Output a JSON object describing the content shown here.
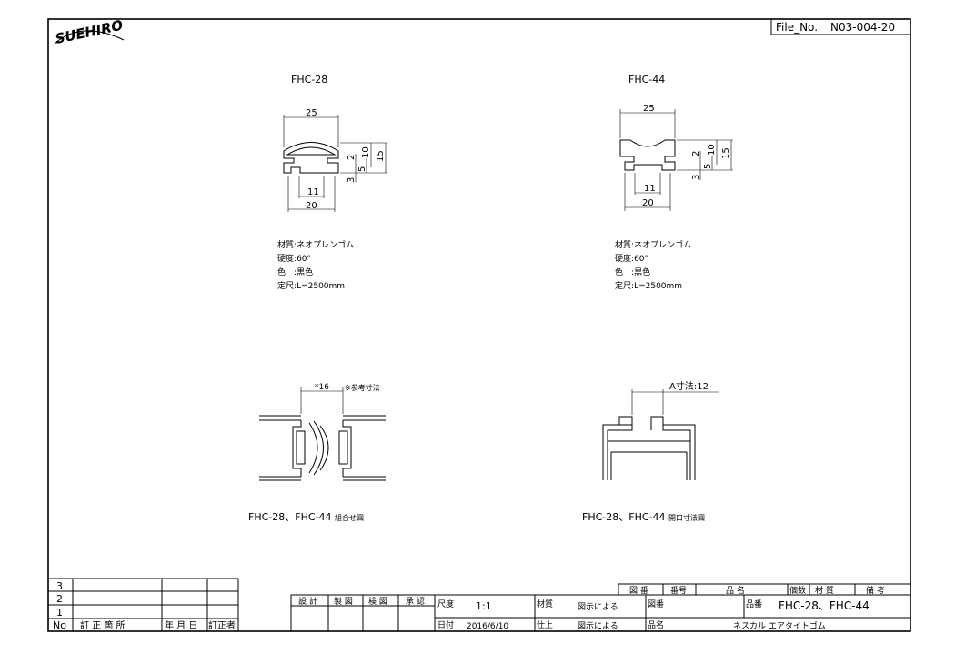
{
  "header": {
    "logo_text": "SUEHIRO",
    "file_no_label": "File_No.",
    "file_no_value": "N03-004-20"
  },
  "profiles": [
    {
      "title": "FHC-28",
      "dims": {
        "width_top": "25",
        "width_bottom": "20",
        "width_slot": "11",
        "h_total": "15",
        "h_mid": "10",
        "h_gap": "2",
        "h_neck": "5",
        "h_base": "3"
      },
      "specs": [
        {
          "label": "材質",
          "value": "ネオプレンゴム"
        },
        {
          "label": "硬度",
          "value": "60°"
        },
        {
          "label": "色　",
          "value": "黒色"
        },
        {
          "label": "定尺",
          "value": "L=2500mm"
        }
      ]
    },
    {
      "title": "FHC-44",
      "dims": {
        "width_top": "25",
        "width_bottom": "20",
        "width_slot": "11",
        "h_total": "15",
        "h_mid": "10",
        "h_gap": "2",
        "h_neck": "5",
        "h_base": "3"
      },
      "specs": [
        {
          "label": "材質",
          "value": "ネオプレンゴム"
        },
        {
          "label": "硬度",
          "value": "60°"
        },
        {
          "label": "色　",
          "value": "黒色"
        },
        {
          "label": "定尺",
          "value": "L=2500mm"
        }
      ]
    }
  ],
  "assembly": {
    "dim_label": "*16",
    "note": "※参考寸法",
    "caption_main": "FHC-28、FHC-44",
    "caption_suffix": "組合せ図"
  },
  "opening": {
    "dim_label": "A寸法:12",
    "caption_main": "FHC-28、FHC-44",
    "caption_suffix": "開口寸法図"
  },
  "revision_table": {
    "rows": [
      "3",
      "2",
      "1"
    ],
    "headers": [
      "No",
      "訂 正 箇 所",
      "年 月 日",
      "訂正者"
    ]
  },
  "title_block": {
    "approval_headers": [
      "設 計",
      "製 図",
      "検 図",
      "承 認"
    ],
    "scale_label": "尺度",
    "scale_value": "1:1",
    "date_label": "日付",
    "date_value": "2016/6/10",
    "material_label": "材質",
    "material_value": "図示による",
    "finish_label": "仕上",
    "finish_value": "図示による",
    "drawing_no_label": "図番",
    "part_no_label": "品番",
    "part_no_value": "FHC-28、FHC-44",
    "part_name_label": "品名",
    "part_name_value": "ネスカル エアタイトゴム",
    "parts_list_headers": [
      "図 番",
      "番号",
      "品 名",
      "個数",
      "材 質",
      "備 考"
    ]
  }
}
